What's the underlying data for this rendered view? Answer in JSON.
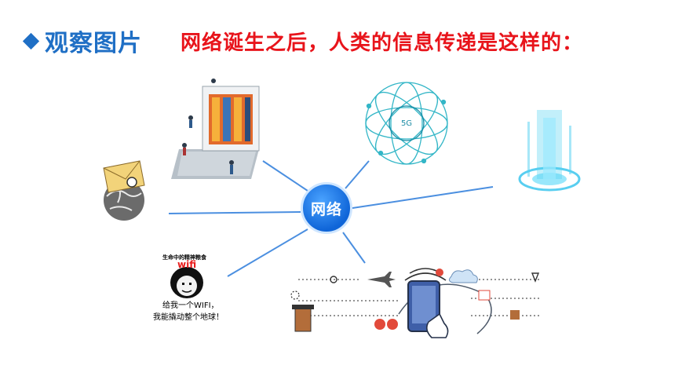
{
  "header": {
    "title": "观察图片",
    "subtitle": "网络诞生之后，人类的信息传递是这样的："
  },
  "hub": {
    "label": "网络"
  },
  "nodes": {
    "laptop": {
      "icon": "laptop-library-icon"
    },
    "globe_5g": {
      "icon": "5g-network-globe-icon",
      "label": "5G"
    },
    "hologram": {
      "icon": "digital-hologram-icon"
    },
    "mail_globe": {
      "icon": "mail-globe-icon"
    },
    "wifi_meme": {
      "icon": "meme-face-icon",
      "top_text": "生命中的精神粮食",
      "wifi": "wifi",
      "line1": "给我一个WIFI，",
      "line2": "我能撬动整个地球！"
    },
    "smartphone": {
      "icon": "smartphone-network-icon"
    }
  },
  "colors": {
    "accent": "#1f6fc5",
    "subtitle": "#e8141b",
    "link": "#3d7fd6"
  }
}
